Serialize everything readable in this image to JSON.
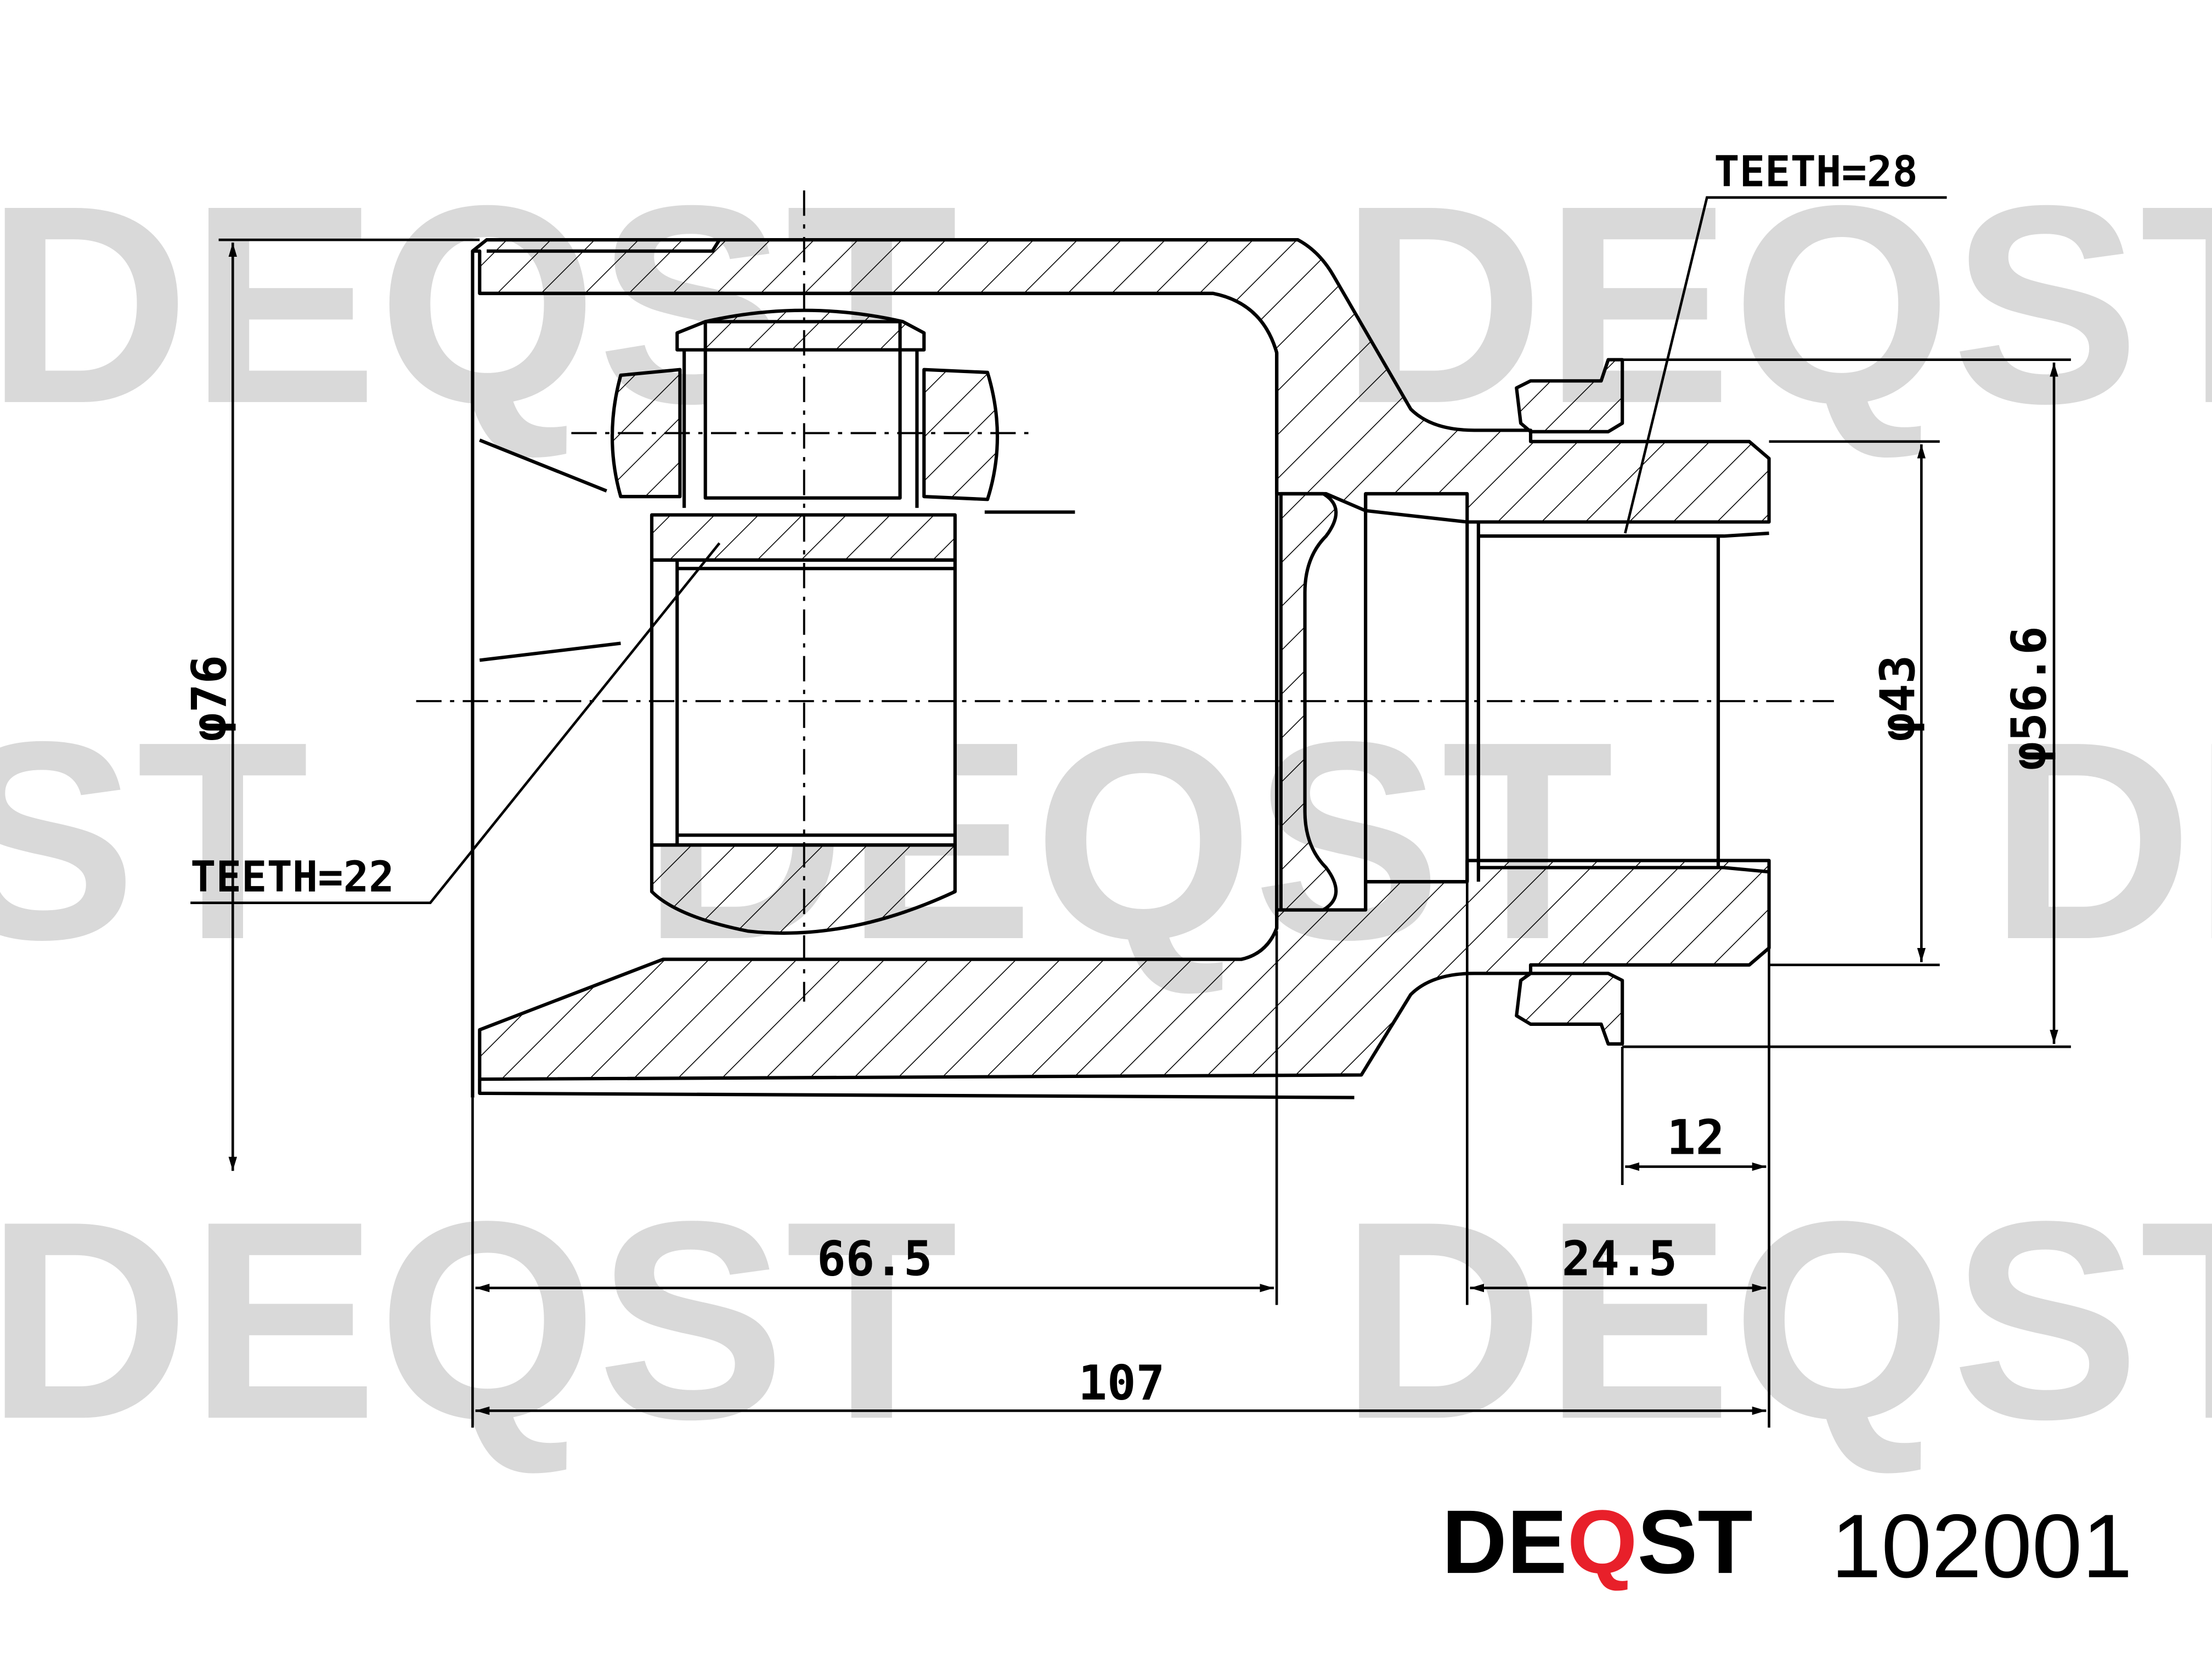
{
  "watermark": {
    "text": "DEQST",
    "color": "#d9d9d9"
  },
  "dimensions": {
    "overall_length": "107",
    "body_length": "66.5",
    "spline_length": "24.5",
    "flange_width": "12",
    "outer_diameter": "φ76",
    "spline_diameter": "φ43",
    "seal_diameter": "φ56.6"
  },
  "annotations": {
    "inner_teeth": "TEETH=22",
    "outer_teeth": "TEETH=28"
  },
  "brand": {
    "name_left": "DE",
    "name_accent": "Q",
    "name_right": "ST",
    "accent_color": "#e8202a",
    "part_number": "102001"
  },
  "colors": {
    "line": "#000000",
    "background": "#ffffff"
  }
}
